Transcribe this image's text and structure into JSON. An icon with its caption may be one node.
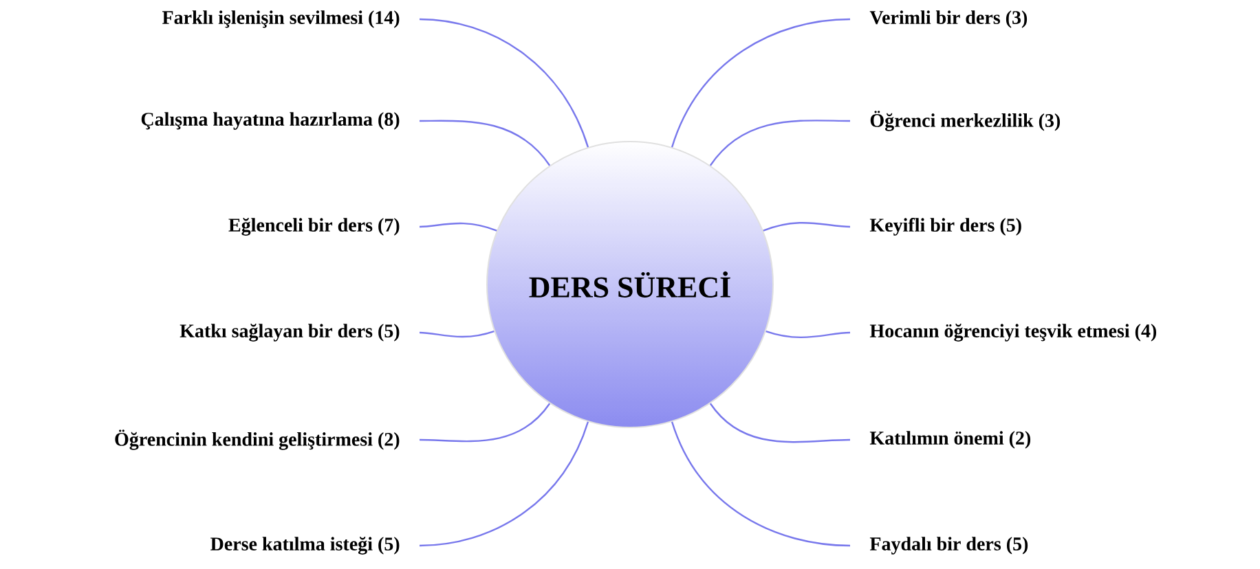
{
  "diagram": {
    "nodes": [
      {
        "text": [
          "DERS SÜRECİ"
        ]
      },
      {
        "text": [
          "Farklı işlenişin sevilmesi (14)"
        ]
      },
      {
        "text": [
          "Çalışma hayatına hazırlama (8)"
        ]
      },
      {
        "text": [
          "Eğlenceli bir ders (7)"
        ]
      },
      {
        "text": [
          "Katkı sağlayan bir ders (5)"
        ]
      },
      {
        "text": [
          "Öğrencinin kendini geliştirmesi (2)"
        ]
      },
      {
        "text": [
          "Derse katılma isteği (5)"
        ]
      },
      {
        "text": [
          "Verimli bir ders (3)"
        ]
      },
      {
        "text": [
          "Öğrenci merkezlilik (3)"
        ]
      },
      {
        "text": [
          "Keyifli bir ders (5)"
        ]
      },
      {
        "text": [
          "Hocanın öğrenciyi teşvik etmesi (4)"
        ]
      },
      {
        "text": [
          "Katılımın önemi (2)"
        ]
      },
      {
        "text": [
          "Faydalı bir ders (5)"
        ]
      }
    ],
    "edges": [
      {
        "from": 0,
        "to": 1,
        "arrow": "none"
      },
      {
        "from": 0,
        "to": 2,
        "arrow": "none"
      },
      {
        "from": 0,
        "to": 3,
        "arrow": "none"
      },
      {
        "from": 0,
        "to": 4,
        "arrow": "none"
      },
      {
        "from": 0,
        "to": 5,
        "arrow": "none"
      },
      {
        "from": 0,
        "to": 6,
        "arrow": "none"
      },
      {
        "from": 0,
        "to": 7,
        "arrow": "none"
      },
      {
        "from": 0,
        "to": 8,
        "arrow": "none"
      },
      {
        "from": 0,
        "to": 9,
        "arrow": "none"
      },
      {
        "from": 0,
        "to": 10,
        "arrow": "none"
      },
      {
        "from": 0,
        "to": 11,
        "arrow": "none"
      },
      {
        "from": 0,
        "to": 12,
        "arrow": "none"
      }
    ]
  }
}
